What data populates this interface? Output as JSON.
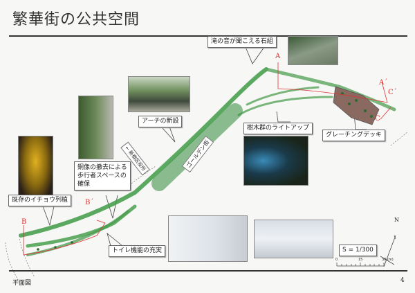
{
  "title": "繁華街の公共空間",
  "callouts": {
    "waterfall": "滝の音が聞こえる石組",
    "arch": "アーチの新設",
    "lightup": "樹木群のライトアップ",
    "grating": "グレーチングデッキ",
    "statue": "銅像の撤去による\n歩行者スペースの\n確保",
    "ginkgo": "既存のイチョウ列植",
    "toilet": "トイレ機能の充実"
  },
  "street_labels": {
    "golden_gai": "ゴールデン街",
    "city_office": "← 新宿区役所"
  },
  "section_marks": {
    "a": "A",
    "a2": "A´",
    "b": "B",
    "b2": "B´",
    "c": "C",
    "c2": "C´"
  },
  "scale": {
    "ratio": "S = 1/300",
    "ticks": [
      "0",
      "15",
      "30 (m)"
    ]
  },
  "north": "N",
  "footer": {
    "caption": "平面図",
    "page": "4"
  },
  "colors": {
    "green": "#3f9a45",
    "red": "#e03030"
  }
}
